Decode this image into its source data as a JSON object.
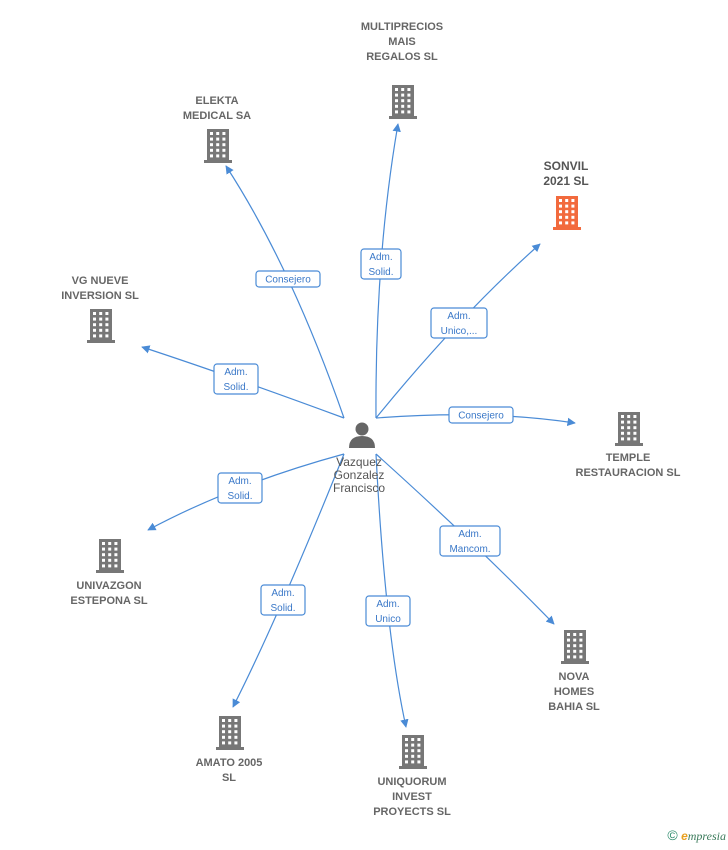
{
  "center": {
    "lines": [
      "Vazquez",
      "Gonzalez",
      "Francisco"
    ],
    "icon": "person-icon"
  },
  "companies": [
    {
      "id": "multiprecios",
      "lines": [
        "MULTIPRECIOS",
        "MAIS",
        "REGALOS SL"
      ],
      "role": [
        "Adm.",
        "Solid."
      ],
      "highlight": false,
      "icon": "building-icon"
    },
    {
      "id": "elekta",
      "lines": [
        "ELEKTA",
        "MEDICAL SA"
      ],
      "role": [
        "Consejero"
      ],
      "highlight": false,
      "icon": "building-icon"
    },
    {
      "id": "sonvil",
      "lines": [
        "SONVIL",
        "2021  SL"
      ],
      "role": [
        "Adm.",
        "Unico,..."
      ],
      "highlight": true,
      "icon": "building-icon"
    },
    {
      "id": "vgnueve",
      "lines": [
        "VG NUEVE",
        "INVERSION  SL"
      ],
      "role": [
        "Adm.",
        "Solid."
      ],
      "highlight": false,
      "icon": "building-icon"
    },
    {
      "id": "temple",
      "lines": [
        "TEMPLE",
        "RESTAURACION SL"
      ],
      "role": [
        "Consejero"
      ],
      "highlight": false,
      "icon": "building-icon"
    },
    {
      "id": "univazgon",
      "lines": [
        "UNIVAZGON",
        "ESTEPONA  SL"
      ],
      "role": [
        "Adm.",
        "Solid."
      ],
      "highlight": false,
      "icon": "building-icon"
    },
    {
      "id": "nova",
      "lines": [
        "NOVA",
        "HOMES",
        "BAHIA  SL"
      ],
      "role": [
        "Adm.",
        "Mancom."
      ],
      "highlight": false,
      "icon": "building-icon"
    },
    {
      "id": "amato",
      "lines": [
        "AMATO 2005",
        "SL"
      ],
      "role": [
        "Adm.",
        "Solid."
      ],
      "highlight": false,
      "icon": "building-icon"
    },
    {
      "id": "uniquorum",
      "lines": [
        "UNIQUORUM",
        "INVEST",
        "PROYECTS  SL"
      ],
      "role": [
        "Adm.",
        "Unico"
      ],
      "highlight": false,
      "icon": "building-icon"
    }
  ],
  "colors": {
    "edge": "#4a8bd6",
    "building": "#777777",
    "highlight": "#f26a3d",
    "person": "#666666"
  },
  "brand": {
    "symbol": "©",
    "initial": "e",
    "name": "mpresia"
  }
}
